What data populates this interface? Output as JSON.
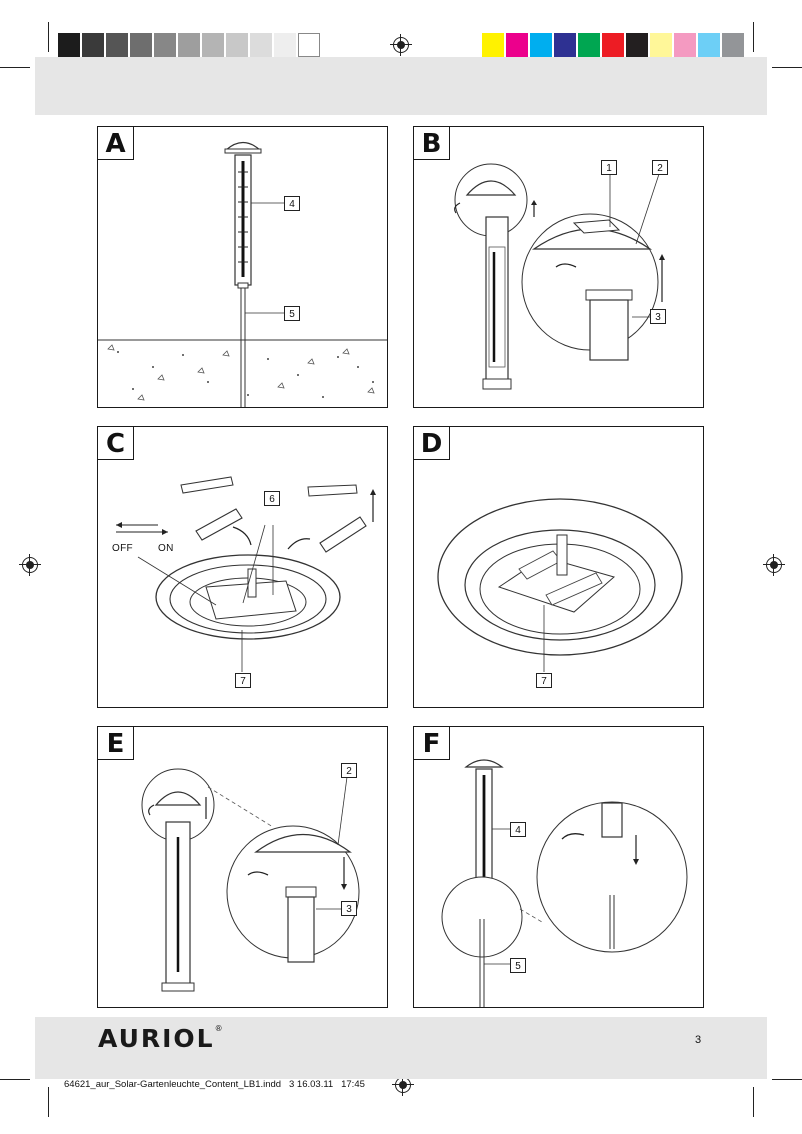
{
  "color_bars": {
    "gray": [
      "#1c1c1c",
      "#3a3a3a",
      "#555555",
      "#6e6e6e",
      "#878787",
      "#9e9e9e",
      "#b4b4b4",
      "#c8c8c8",
      "#dcdcdc",
      "#eeeeee",
      "#ffffff"
    ],
    "process": [
      "#fff200",
      "#ec008c",
      "#00aeef",
      "#2e3192",
      "#00a651",
      "#ed1c24",
      "#231f20",
      "#fff799",
      "#f49ac1",
      "#6dcff6",
      "#939598"
    ]
  },
  "panels": {
    "a": {
      "letter": "A",
      "callouts": [
        "4",
        "5"
      ]
    },
    "b": {
      "letter": "B",
      "callouts": [
        "1",
        "2",
        "3"
      ]
    },
    "c": {
      "letter": "C",
      "callouts": [
        "6",
        "7"
      ],
      "switch_off": "OFF",
      "switch_on": "ON"
    },
    "d": {
      "letter": "D",
      "callouts": [
        "7"
      ]
    },
    "e": {
      "letter": "E",
      "callouts": [
        "2",
        "3"
      ]
    },
    "f": {
      "letter": "F",
      "callouts": [
        "4",
        "5"
      ]
    }
  },
  "footer": {
    "brand": "AURIOL",
    "registered": "®",
    "page_number": "3"
  },
  "slug": "64621_aur_Solar-Gartenleuchte_Content_LB1.indd   3 16.03.11   17:45"
}
